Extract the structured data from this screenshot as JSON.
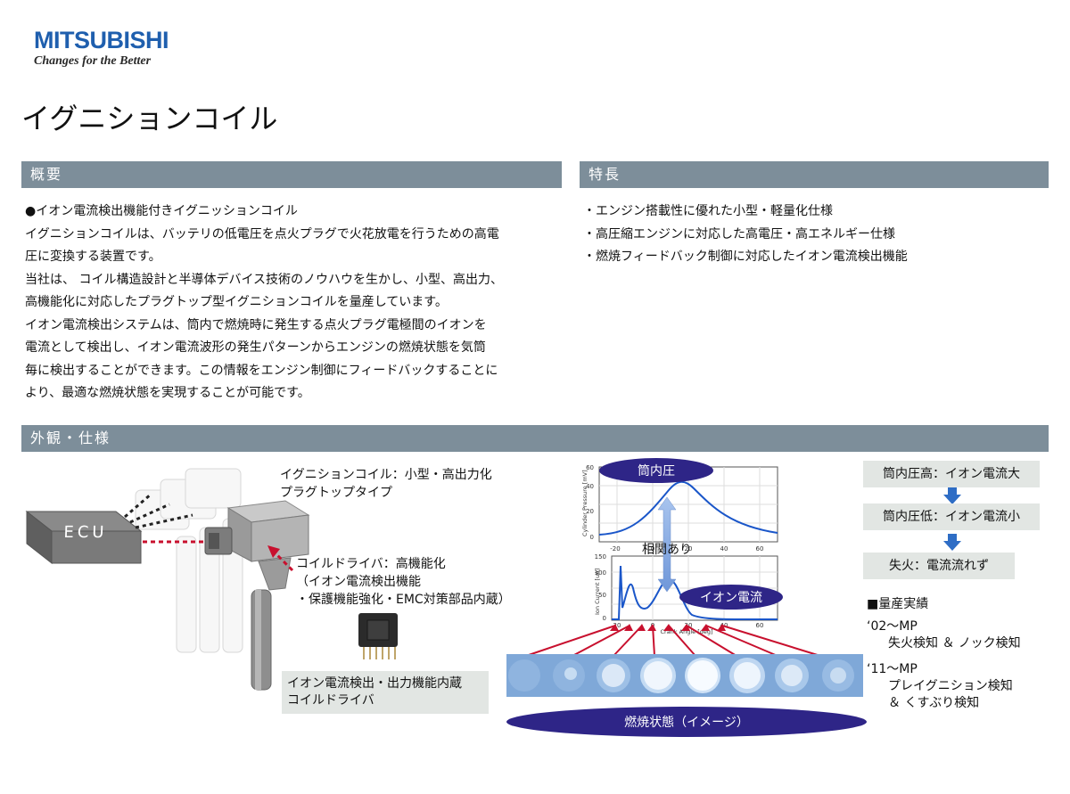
{
  "brand": {
    "name": "MITSUBISHI",
    "tagline": "Changes for the Better"
  },
  "title": "イグニションコイル",
  "overview": {
    "heading": "概要",
    "lines": [
      "●イオン電流検出機能付きイグニッションコイル",
      "イグニションコイルは、バッテリの低電圧を点火プラグで火花放電を行うための高電",
      "圧に変換する装置です。",
      "当社は、 コイル構造設計と半導体デバイス技術のノウハウを生かし、小型、高出力、",
      "高機能化に対応したプラグトップ型イグニションコイルを量産しています。",
      "イオン電流検出システムは、筒内で燃焼時に発生する点火プラグ電極間のイオンを",
      "電流として検出し、イオン電流波形の発生パターンからエンジンの燃焼状態を気筒",
      "毎に検出することができます。この情報をエンジン制御にフィードバックすることに",
      "より、最適な燃焼状態を実現することが可能です。"
    ]
  },
  "features": {
    "heading": "特長",
    "items": [
      "・エンジン搭載性に優れた小型・軽量化仕様",
      "・高圧縮エンジンに対応した高電圧・高エネルギー仕様",
      "・燃焼フィードバック制御に対応したイオン電流検出機能"
    ]
  },
  "appearance": {
    "heading": "外観・仕様",
    "ecu_label": "ECU",
    "coil_caption": [
      "イグニションコイル：小型・高出力化",
      "プラグトップタイプ"
    ],
    "driver_caption": [
      "コイルドライバ：高機能化",
      "（イオン電流検出機能",
      "・保護機能強化・EMC対策部品内蔵）"
    ],
    "driver_box": [
      "イオン電流検出・出力機能内蔵",
      "コイルドライバ"
    ]
  },
  "charts": {
    "pressure_label": "筒内圧",
    "ion_label": "イオン電流",
    "correlation_label": "相関あり",
    "combustion_label": "燃焼状態（イメージ）",
    "pressure_ylabel": "Cylinder Pressure [mV]",
    "ion_ylabel": "Ion Current [uA]",
    "ion_xlabel": "Crank Angle [deg]",
    "pressure_yticks": [
      "60",
      "40",
      "20",
      "0"
    ],
    "pressure_xticks": [
      "-20",
      "0",
      "20",
      "40",
      "60"
    ],
    "ion_yticks": [
      "150",
      "100",
      "50",
      "0"
    ],
    "ion_xticks": [
      "20",
      "0",
      "20",
      "40",
      "60"
    ]
  },
  "relations": [
    "筒内圧高：イオン電流大",
    "筒内圧低：イオン電流小",
    "失火：電流流れず"
  ],
  "production": {
    "heading": "■量産実績",
    "entries": [
      {
        "year": "‘02～MP",
        "lines": [
          "失火検知 ＆ ノック検知"
        ]
      },
      {
        "year": "‘11～MP",
        "lines": [
          "プレイグニション検知",
          "＆ くすぶり検知"
        ]
      }
    ]
  },
  "colors": {
    "section_bar": "#7d8e9a",
    "brand_blue": "#1f5fae",
    "ellipse": "#2e2587",
    "arrow_red": "#c8102e",
    "label_box": "#e2e6e3"
  }
}
